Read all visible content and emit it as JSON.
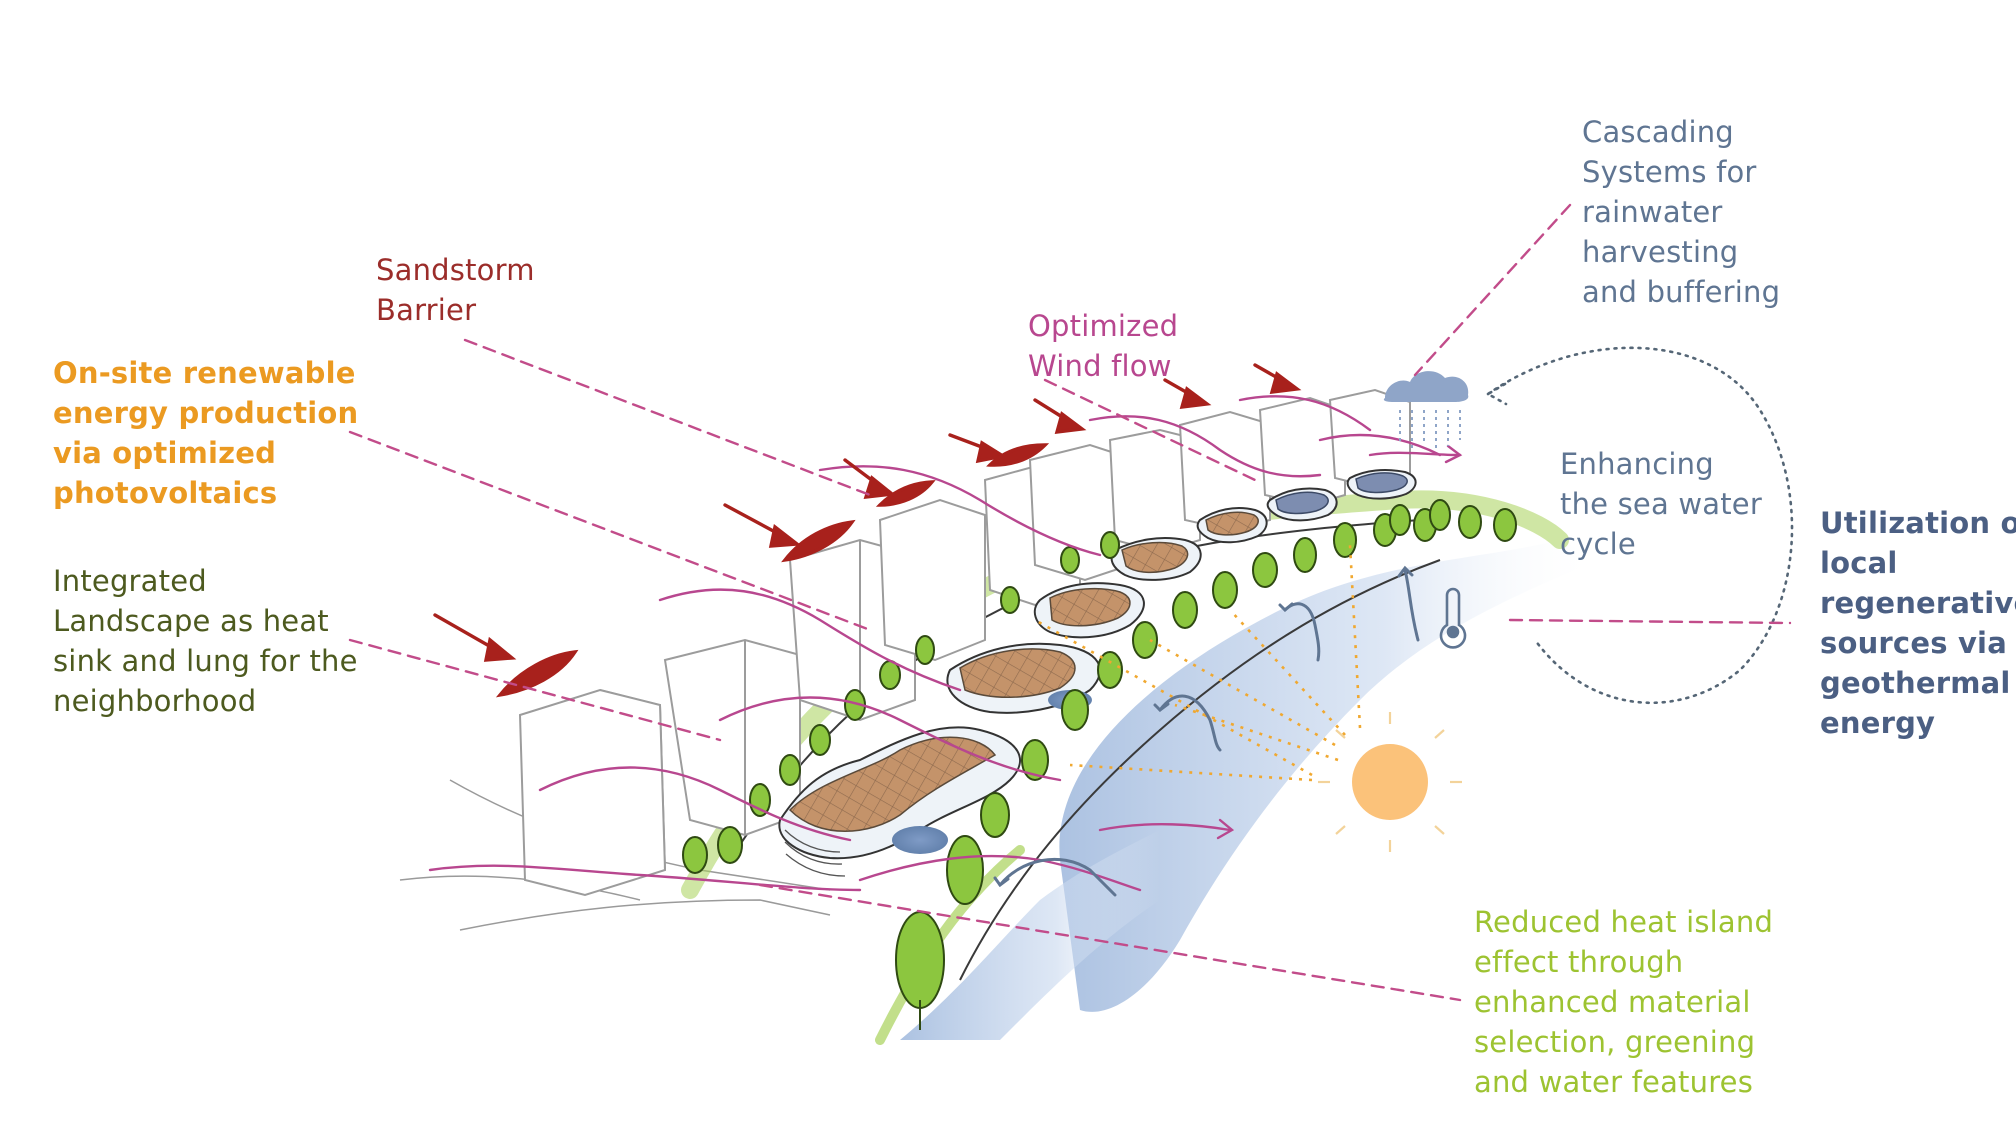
{
  "labels": {
    "sandstorm": {
      "lines": [
        "Sandstorm",
        "Barrier"
      ],
      "color": "#9b2d2a"
    },
    "wind": {
      "lines": [
        "Optimized",
        "Wind flow"
      ],
      "color": "#b8478f"
    },
    "rain": {
      "lines": [
        "Cascading",
        "Systems for",
        "rainwater",
        "harvesting",
        "and buffering"
      ],
      "color": "#5f7592"
    },
    "renewable": {
      "lines": [
        "On-site renewable",
        "energy production",
        "via optimized",
        "photovoltaics"
      ],
      "color": "#eb9a21"
    },
    "landscape": {
      "lines": [
        "Integrated",
        "Landscape as heat",
        "sink and lung for the",
        "neighborhood"
      ],
      "color": "#4d5a1f"
    },
    "seawater": {
      "lines": [
        "Enhancing",
        "the sea water",
        "cycle"
      ],
      "color": "#5f7592"
    },
    "geothermal": {
      "lines": [
        "Utilization of",
        "local",
        "regenerative",
        "sources via",
        "geothermal",
        "energy"
      ],
      "color": "#4b5f83"
    },
    "heatisland": {
      "lines": [
        "Reduced heat island",
        "effect through",
        "enhanced material",
        "selection, greening",
        "and water features"
      ],
      "color": "#9dc331"
    }
  },
  "colors": {
    "wind": "#b8478f",
    "sandstorm": "#a8211c",
    "trees": "#8cc63f",
    "sun": "#fbc27a",
    "water": "#a9c3e3",
    "rain": "#8fa5c8"
  }
}
